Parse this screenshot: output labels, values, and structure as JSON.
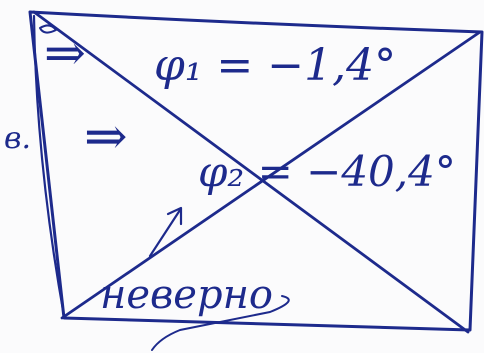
{
  "ink_color": "#1d2a8c",
  "paper_color": "#fbfbfc",
  "note": {
    "margin_label": "в.",
    "line1_arrow": "⇒",
    "line1": "φ₁ = −1,4°",
    "line2_arrow": "⇒",
    "line2": "φ₂ = −40,4°",
    "annotation": "неверно"
  }
}
